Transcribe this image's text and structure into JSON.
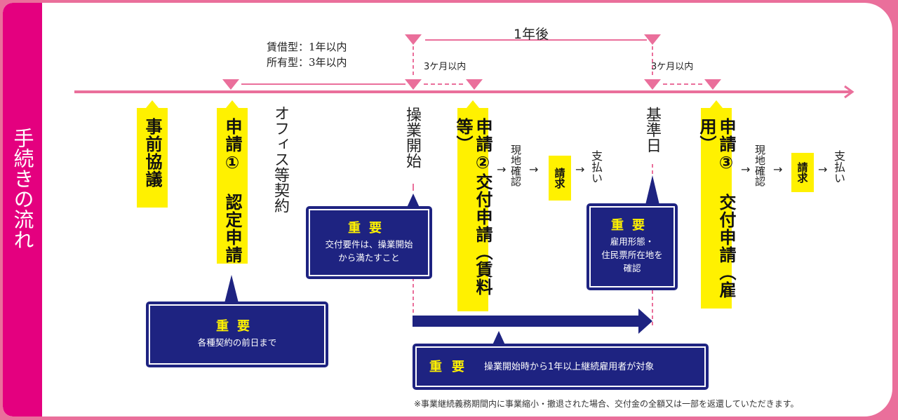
{
  "sidebar": {
    "title": "手続きの流れ"
  },
  "timeline": {
    "above_labels": {
      "lease_own_line1": "賃借型：1年以内",
      "lease_own_line2": "所有型：3年以内",
      "one_year_after": "1年後",
      "within_3_months_1": "3ケ月以内",
      "within_3_months_2": "3ケ月以内"
    }
  },
  "steps": {
    "prior_consultation": "事前協議",
    "application_1": "申請① 認定申請",
    "office_contract": "オフィス等契約",
    "operation_start": "操業開始",
    "application_2": "申請②交付申請（賃料等）",
    "reference_date": "基準日",
    "application_3": "申請③ 交付申請（雇用）"
  },
  "subflow_2": {
    "arrow1": "→",
    "site_check": "現地確認",
    "arrow2": "→",
    "claim": "請求",
    "arrow3": "→",
    "payment": "支払い"
  },
  "subflow_3": {
    "arrow1": "→",
    "site_check": "現地確認",
    "arrow2": "→",
    "claim": "請求",
    "arrow3": "→",
    "payment": "支払い"
  },
  "notes": {
    "note_contract": {
      "title": "重要",
      "text": "各種契約の前日まで"
    },
    "note_operation": {
      "title": "重要",
      "line1": "交付要件は、操業開始",
      "line2": "から満たすこと"
    },
    "note_reference": {
      "title": "重要",
      "line1": "雇用形態・",
      "line2": "住民票所在地を",
      "line3": "確認"
    },
    "note_employment": {
      "title": "重要",
      "text": "操業開始時から1年以上継続雇用者が対象"
    }
  },
  "footnote": "※事業継続義務期間内に事業縮小・撤退された場合、交付金の全額又は一部を返還していただきます。",
  "colors": {
    "pink": "#ea6f9b",
    "magenta": "#e4007f",
    "yellow": "#fff100",
    "navy": "#1e2381"
  }
}
